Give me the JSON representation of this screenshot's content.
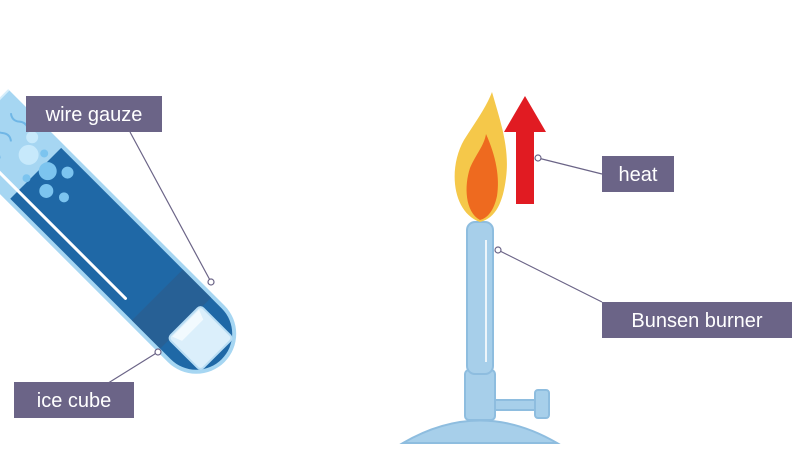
{
  "labels": {
    "wire_gauze": "wire gauze",
    "ice_cube": "ice cube",
    "heat": "heat",
    "bunsen_burner": "Bunsen burner"
  },
  "colors": {
    "label_bg": "#6b6487",
    "label_text": "#ffffff",
    "water": "#1f68a6",
    "tube_glass": "#a6d6f2",
    "burner": "#9dc8e6",
    "flame_outer": "#f6c64a",
    "flame_inner": "#ee6a1f",
    "heat_arrow": "#e11b22",
    "leader_line": "#6b6487"
  },
  "icons": [
    "test-tube-icon",
    "ice-cube-icon",
    "flame-icon",
    "bunsen-burner-icon",
    "heat-arrow-icon"
  ]
}
